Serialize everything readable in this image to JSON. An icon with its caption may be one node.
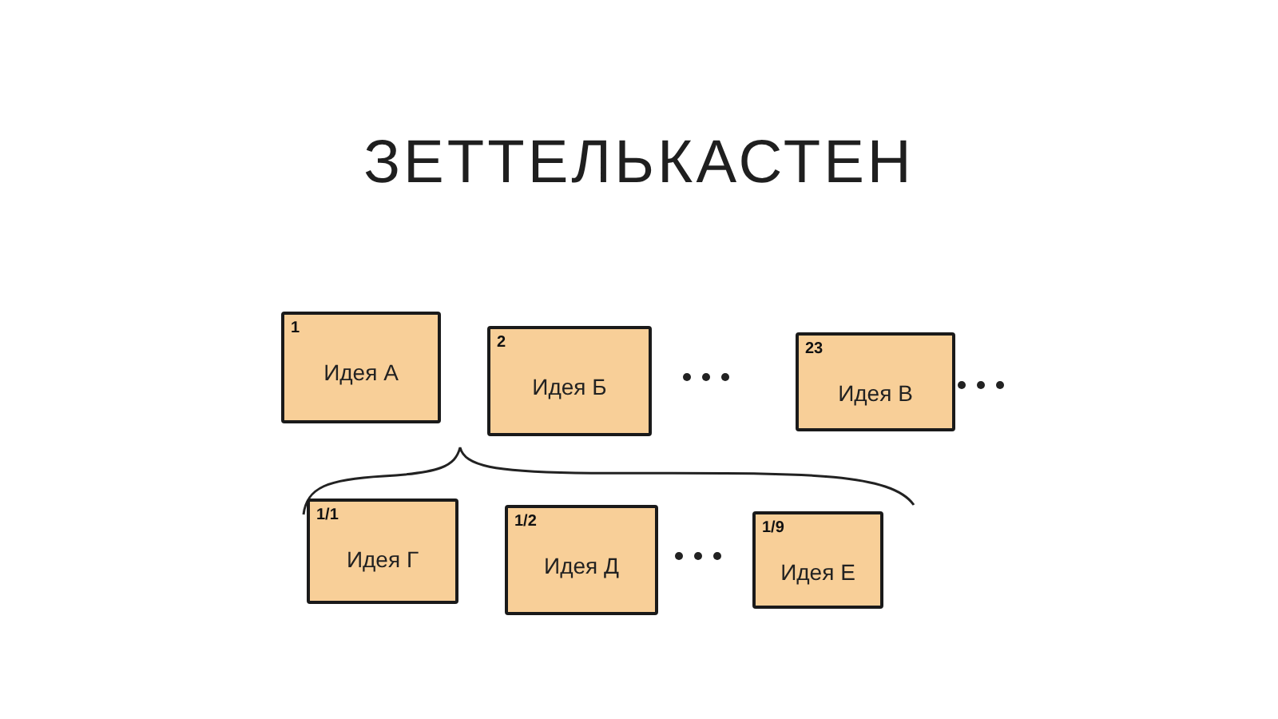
{
  "diagram": {
    "title": "ЗЕТТЕЛЬКАСТЕН",
    "nodes": [
      {
        "text": [
          "1",
          "Идея А"
        ]
      },
      {
        "text": [
          "2",
          "Идея Б"
        ]
      },
      {
        "text": [
          "23",
          "Идея В"
        ]
      },
      {
        "text": [
          "1/1",
          "Идея Г"
        ]
      },
      {
        "text": [
          "1/2",
          "Идея Д"
        ]
      },
      {
        "text": [
          "1/9",
          "Идея Е"
        ]
      }
    ]
  }
}
